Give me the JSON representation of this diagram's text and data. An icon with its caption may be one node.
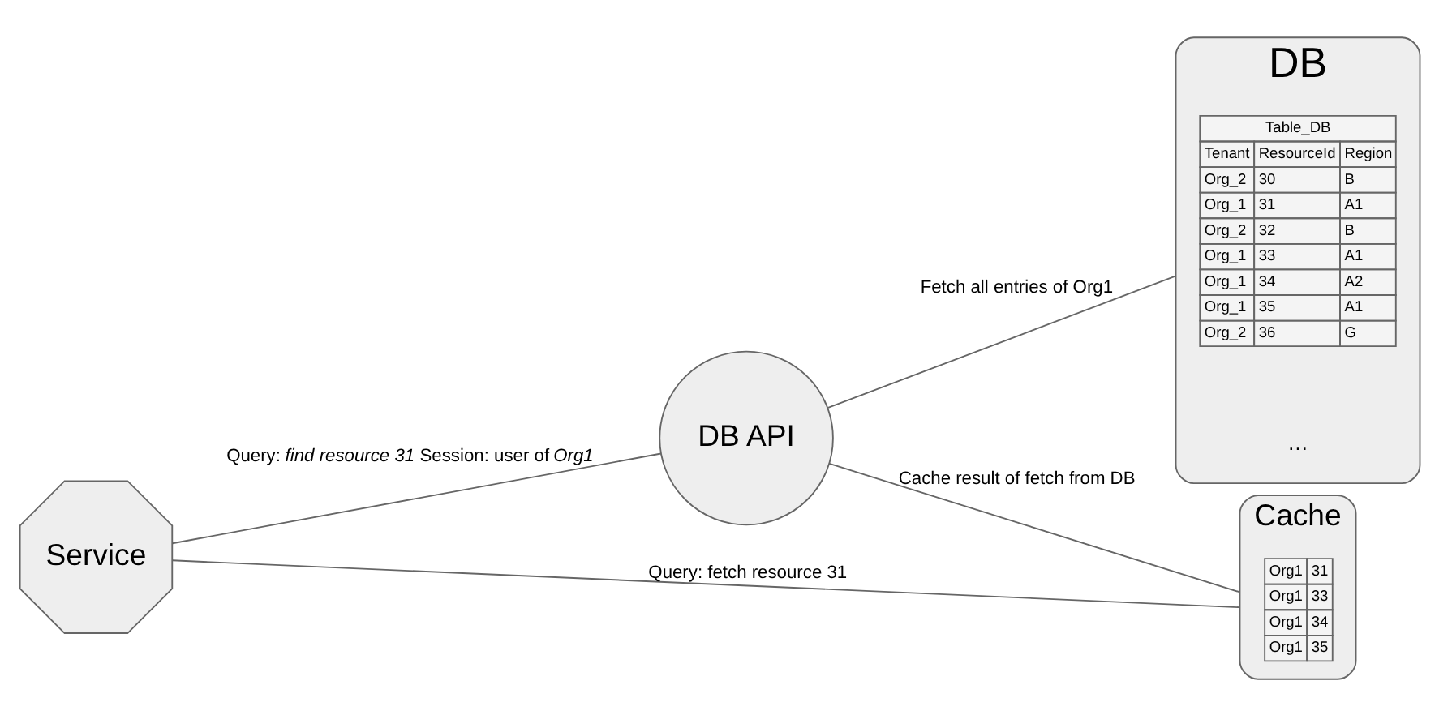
{
  "diagram": {
    "nodes": [
      {
        "text": [
          "Service"
        ]
      },
      {
        "text": [
          "DB API"
        ]
      },
      {
        "text": [
          "DB"
        ]
      },
      {
        "text": [
          "Cache"
        ]
      }
    ],
    "edges": [
      {
        "from": 0,
        "to": 1,
        "arrow": "none",
        "label": "Query: *find resource 31* Session: user of *Org1*"
      },
      {
        "from": 1,
        "to": 2,
        "arrow": "none",
        "label": "Fetch all entries of Org1"
      },
      {
        "from": 1,
        "to": 3,
        "arrow": "none",
        "label": "Cache result of fetch from DB"
      },
      {
        "from": 0,
        "to": 3,
        "arrow": "none",
        "label": "Query: fetch resource 31"
      }
    ],
    "labels": [
      "Table_DB",
      "Tenant",
      "ResourceId",
      "Region",
      "Org_2",
      "30",
      "B",
      "Org_1",
      "31",
      "A1",
      "Org_2",
      "32",
      "B",
      "Org_1",
      "33",
      "A1",
      "Org_1",
      "34",
      "A2",
      "Org_1",
      "35",
      "A1",
      "Org_2",
      "36",
      "G",
      "…",
      "Org1",
      "31",
      "Org1",
      "33",
      "Org1",
      "34",
      "Org1",
      "35"
    ]
  }
}
